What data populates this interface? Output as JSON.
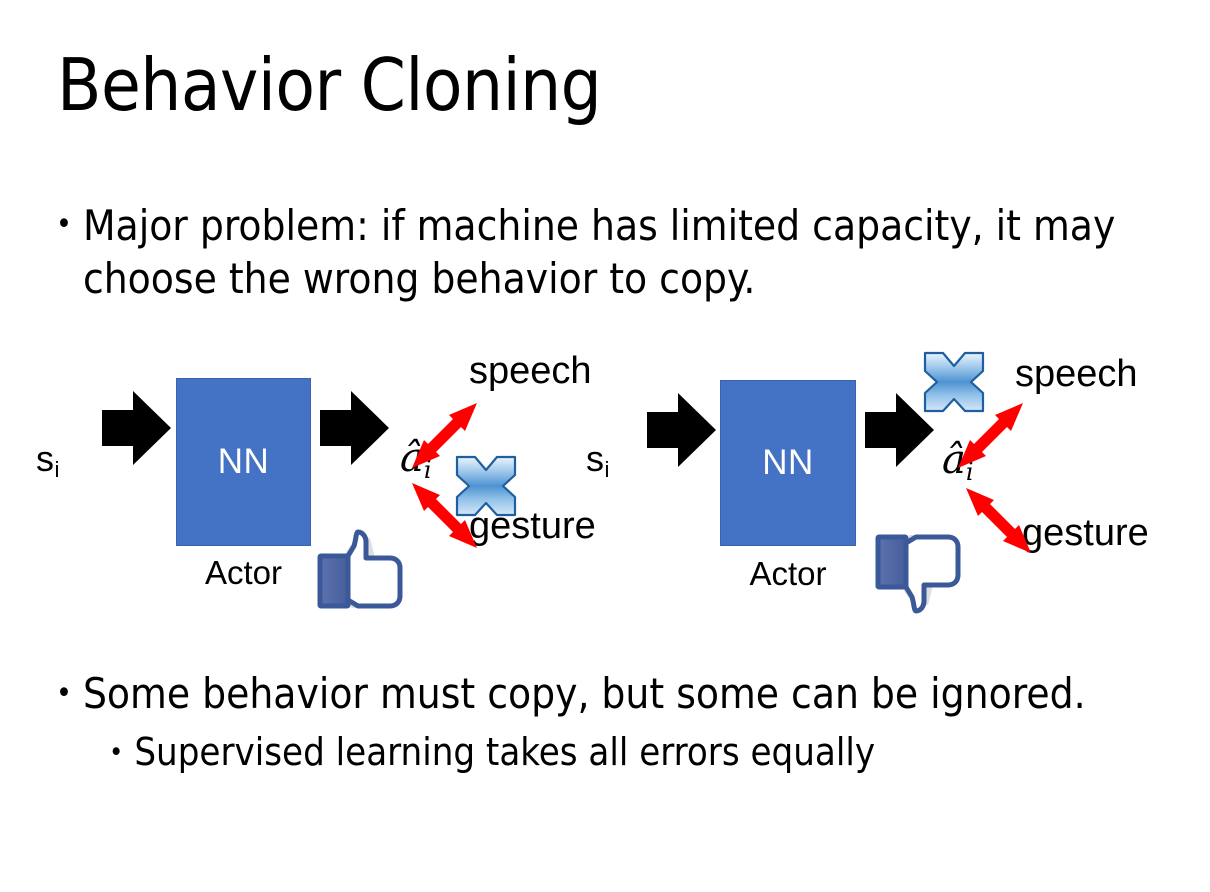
{
  "slide": {
    "title": "Behavior Cloning",
    "background_color": "#FFFFFF",
    "text_color": "#000000"
  },
  "bullets": {
    "top": {
      "marker": "•",
      "text": "Major problem: if machine has limited capacity, it may choose the wrong behavior to copy."
    },
    "middle": {
      "marker": "•",
      "text": "Some behavior must copy, but some can be ignored."
    },
    "sub": {
      "marker": "•",
      "text": "Supervised learning takes all errors equally"
    }
  },
  "colors": {
    "nn_box_fill": "#4472C4",
    "nn_box_border": "#3A63AE",
    "nn_text": "#FFFFFF",
    "arrow_black": "#000000",
    "arrow_red": "#FF0000",
    "cross_blue_light": "#D2E4F7",
    "cross_blue_mid": "#5C9BD6",
    "cross_blue_dark": "#2E6DA8",
    "cross_outline": "#1F5FA0",
    "thumb_outline": "#3B5998",
    "thumb_cuff": "#4A619E",
    "thumb_fill": "#FFFFFF",
    "thumb_shadow": "#DCDEE3"
  },
  "diagrams": [
    {
      "id": "left",
      "state_label": "s",
      "state_subscript": "i",
      "network_label": "NN",
      "network_caption": "Actor",
      "action_label": "â",
      "action_subscript": "i",
      "branches": [
        {
          "name": "speech",
          "label": "speech",
          "direction": "up",
          "crossed": false
        },
        {
          "name": "gesture",
          "label": "gesture",
          "direction": "down",
          "crossed": true
        }
      ],
      "feedback_icon": "thumbs-up",
      "crossed_branch": "gesture"
    },
    {
      "id": "right",
      "state_label": "s",
      "state_subscript": "i",
      "network_label": "NN",
      "network_caption": "Actor",
      "action_label": "â",
      "action_subscript": "i",
      "branches": [
        {
          "name": "speech",
          "label": "speech",
          "direction": "up",
          "crossed": true
        },
        {
          "name": "gesture",
          "label": "gesture",
          "direction": "down",
          "crossed": false
        }
      ],
      "feedback_icon": "thumbs-down",
      "crossed_branch": "speech"
    }
  ]
}
